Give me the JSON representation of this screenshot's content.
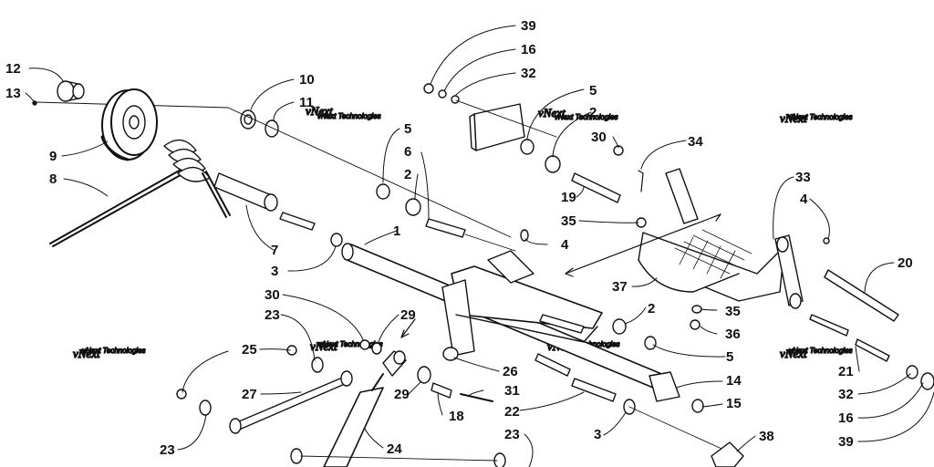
{
  "diagram": {
    "callouts": [
      {
        "id": "c39a",
        "text": "39"
      },
      {
        "id": "c16a",
        "text": "16"
      },
      {
        "id": "c32a",
        "text": "32"
      },
      {
        "id": "c12",
        "text": "12"
      },
      {
        "id": "c13",
        "text": "13"
      },
      {
        "id": "c10",
        "text": "10"
      },
      {
        "id": "c11",
        "text": "11"
      },
      {
        "id": "c9",
        "text": "9"
      },
      {
        "id": "c8",
        "text": "8"
      },
      {
        "id": "c5a",
        "text": "5"
      },
      {
        "id": "c6",
        "text": "6"
      },
      {
        "id": "c2a",
        "text": "2"
      },
      {
        "id": "c7",
        "text": "7"
      },
      {
        "id": "c3a",
        "text": "3"
      },
      {
        "id": "c1",
        "text": "1"
      },
      {
        "id": "c5b",
        "text": "5"
      },
      {
        "id": "c2b",
        "text": "2"
      },
      {
        "id": "c30a",
        "text": "30"
      },
      {
        "id": "c34",
        "text": "34"
      },
      {
        "id": "c19",
        "text": "19"
      },
      {
        "id": "c35a",
        "text": "35"
      },
      {
        "id": "c4a",
        "text": "4"
      },
      {
        "id": "c33",
        "text": "33"
      },
      {
        "id": "c4b",
        "text": "4"
      },
      {
        "id": "c20",
        "text": "20"
      },
      {
        "id": "c37",
        "text": "37"
      },
      {
        "id": "c35b",
        "text": "35"
      },
      {
        "id": "c36",
        "text": "36"
      },
      {
        "id": "c2c",
        "text": "2"
      },
      {
        "id": "c5c",
        "text": "5"
      },
      {
        "id": "c30b",
        "text": "30"
      },
      {
        "id": "c23a",
        "text": "23"
      },
      {
        "id": "c29a",
        "text": "29"
      },
      {
        "id": "c25",
        "text": "25"
      },
      {
        "id": "c27",
        "text": "27"
      },
      {
        "id": "c26",
        "text": "26"
      },
      {
        "id": "c29b",
        "text": "29"
      },
      {
        "id": "c31",
        "text": "31"
      },
      {
        "id": "c18",
        "text": "18"
      },
      {
        "id": "c22",
        "text": "22"
      },
      {
        "id": "c14",
        "text": "14"
      },
      {
        "id": "c15",
        "text": "15"
      },
      {
        "id": "c21",
        "text": "21"
      },
      {
        "id": "c32b",
        "text": "32"
      },
      {
        "id": "c16b",
        "text": "16"
      },
      {
        "id": "c39b",
        "text": "39"
      },
      {
        "id": "c23b",
        "text": "23"
      },
      {
        "id": "c24",
        "text": "24"
      },
      {
        "id": "c23c",
        "text": "23"
      },
      {
        "id": "c3b",
        "text": "3"
      },
      {
        "id": "c38",
        "text": "38"
      }
    ],
    "watermark_text": "vNext Technologies"
  }
}
